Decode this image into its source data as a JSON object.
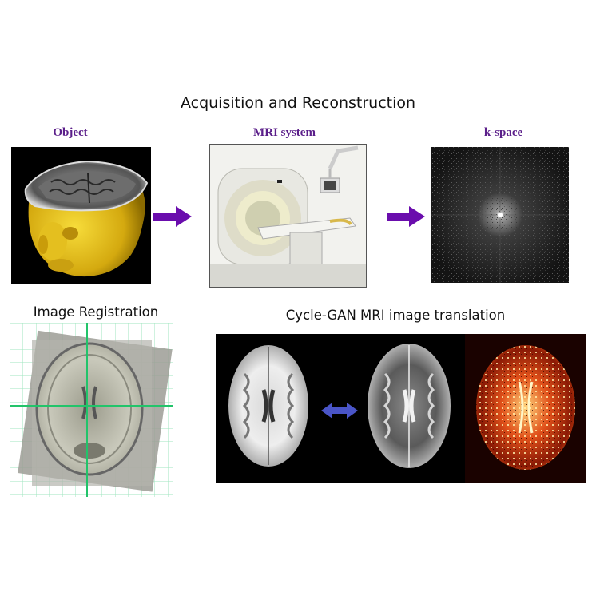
{
  "main_title": "Acquisition and Reconstruction",
  "labels": {
    "object": "Object",
    "mri_system": "MRI system",
    "kspace": "k-space"
  },
  "sections": {
    "registration": "Image Registration",
    "cyclegan": "Cycle-GAN MRI image translation"
  },
  "colors": {
    "label_purple": "#5b1f8a",
    "arrow_purple": "#6a0dad",
    "double_arrow_blue": "#4a55c8",
    "grid_green": "#2ecc71",
    "head_yellow": "#e8c21a"
  },
  "icons": [
    "head-render-image",
    "mri-scanner-image",
    "kspace-image",
    "registration-image",
    "t1-brain-image",
    "t2-brain-image",
    "heatmap-brain-image"
  ]
}
